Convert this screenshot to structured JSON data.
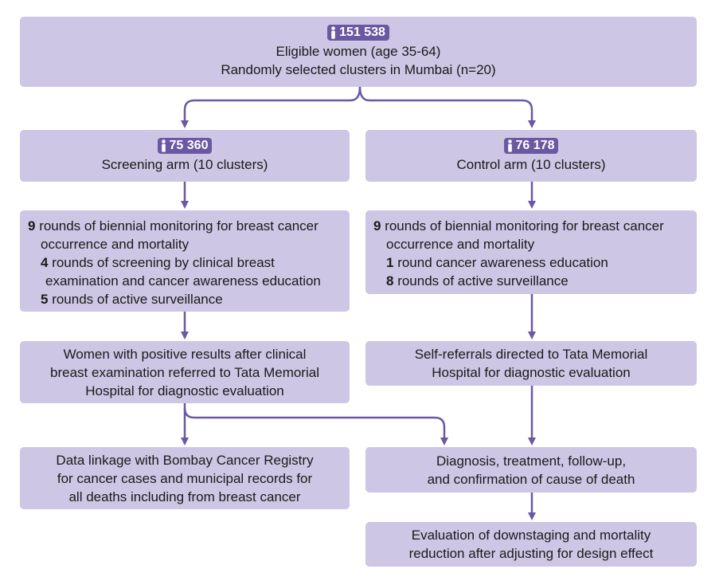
{
  "top": {
    "count": "151 538",
    "line1": "Eligible women (age 35-64)",
    "line2": "Randomly selected clusters in Mumbai (n=20)"
  },
  "screening": {
    "count": "75 360",
    "label": "Screening arm (10 clusters)",
    "rounds": {
      "n1": "9",
      "t1a": " rounds of biennial monitoring for breast cancer",
      "t1b": "occurrence and mortality",
      "n2": "4",
      "t2a": " rounds of screening by clinical breast",
      "t2b": "examination and cancer awareness education",
      "n3": "5",
      "t3": " rounds of active surveillance"
    },
    "referral": [
      "Women with positive results after clinical",
      "breast examination referred to Tata Memorial",
      "Hospital for diagnostic evaluation"
    ],
    "linkage": [
      "Data linkage with Bombay Cancer Registry",
      "for cancer cases and municipal records for",
      "all deaths including from breast cancer"
    ]
  },
  "control": {
    "count": "76 178",
    "label": "Control arm (10 clusters)",
    "rounds": {
      "n1": "9",
      "t1a": " rounds of biennial monitoring for breast cancer",
      "t1b": "occurrence and mortality",
      "n2": "1",
      "t2": " round cancer awareness education",
      "n3": "8",
      "t3": " rounds of active surveillance"
    },
    "referral": [
      "Self-referrals directed to Tata Memorial",
      "Hospital for diagnostic evaluation"
    ],
    "diagnosis": [
      "Diagnosis, treatment, follow-up,",
      "and confirmation of cause of death"
    ],
    "evaluation": [
      "Evaluation of downstaging and mortality",
      "reduction after adjusting for design effect"
    ]
  },
  "colors": {
    "box_fill": "#cdc6e4",
    "connector": "#6a59a2",
    "badge": "#6a59a2"
  },
  "icons": {
    "badge_icon": "person-icon"
  }
}
